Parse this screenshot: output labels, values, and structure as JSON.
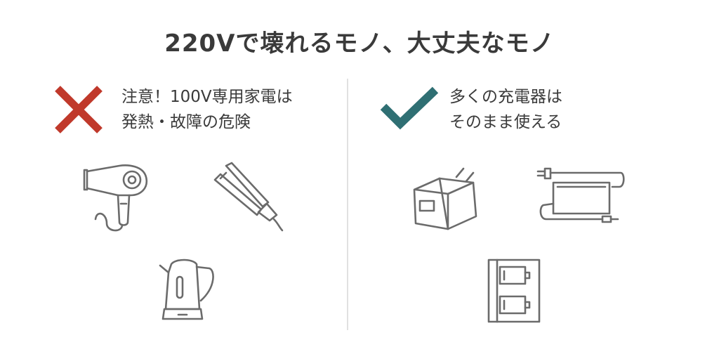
{
  "title": "220Vで壊れるモノ、大丈夫なモノ",
  "left": {
    "mark_icon": "cross-icon",
    "mark_color": "#c0392b",
    "lines": [
      "注意！100V専用家電は",
      "発熱・故障の危険"
    ],
    "items": [
      {
        "icon": "hair-dryer-icon"
      },
      {
        "icon": "hair-straightener-icon"
      },
      {
        "icon": "electric-kettle-icon"
      }
    ]
  },
  "right": {
    "mark_icon": "check-icon",
    "mark_color": "#2f6f73",
    "lines": [
      "多くの充電器は",
      "そのまま使える"
    ],
    "items": [
      {
        "icon": "usb-charger-icon"
      },
      {
        "icon": "ac-adapter-icon"
      },
      {
        "icon": "battery-charger-icon"
      }
    ]
  }
}
